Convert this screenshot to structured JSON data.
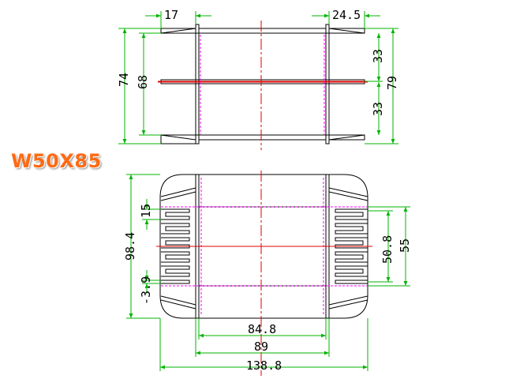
{
  "model_label": "W50X85",
  "colors": {
    "dimension": "#00b400",
    "outline": "#000000",
    "centerline": "#e00000",
    "hidden": "#ff00ff",
    "label": "#ff6a13"
  },
  "top_view": {
    "dims": {
      "left_flange": "17",
      "right_flange": "24.5",
      "overall": "74",
      "inner": "68",
      "upper_half": "33",
      "lower_half": "33",
      "outer": "79"
    }
  },
  "front_view": {
    "dims": {
      "fin_pitch": "15",
      "total_height": "98.4",
      "fin_offset": "-3.9",
      "window": "50.8",
      "window_outer": "55",
      "inner_width": "84.8",
      "mid_width": "89",
      "total_width": "138.8"
    }
  }
}
